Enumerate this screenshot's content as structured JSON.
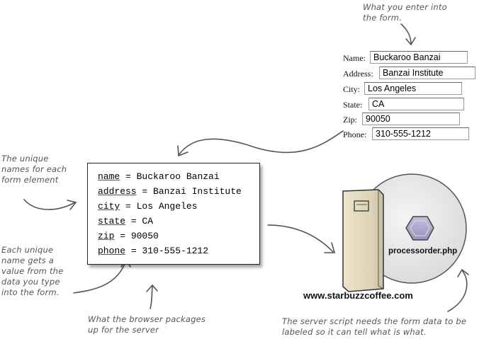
{
  "annotations": {
    "form_note": [
      "What you enter into",
      "the form."
    ],
    "names_note": [
      "The unique",
      "names for each",
      "form element"
    ],
    "value_note": [
      "Each unique",
      "name gets a",
      "value from the",
      "data you type",
      "into the form."
    ],
    "browser_note": [
      "What the browser packages",
      "up for the server"
    ],
    "server_note": [
      "The server script needs the form data to be",
      "labeled so it can tell what is what."
    ]
  },
  "form": {
    "fields": [
      {
        "label": "Name:",
        "value": "Buckaroo Banzai"
      },
      {
        "label": "Address:",
        "value": "Banzai Institute"
      },
      {
        "label": "City:",
        "value": "Los Angeles"
      },
      {
        "label": "State:",
        "value": "CA"
      },
      {
        "label": "Zip:",
        "value": "90050"
      },
      {
        "label": "Phone:",
        "value": "310-555-1212"
      }
    ]
  },
  "packaged": [
    {
      "name": "name",
      "value": "Buckaroo Banzai"
    },
    {
      "name": "address",
      "value": "Banzai Institute"
    },
    {
      "name": "city",
      "value": "Los Angeles"
    },
    {
      "name": "state",
      "value": "CA"
    },
    {
      "name": "zip",
      "value": "90050"
    },
    {
      "name": "phone",
      "value": "310-555-1212"
    }
  ],
  "server": {
    "url": "www.starbuzzcoffee.com",
    "script": "processorder.php"
  }
}
